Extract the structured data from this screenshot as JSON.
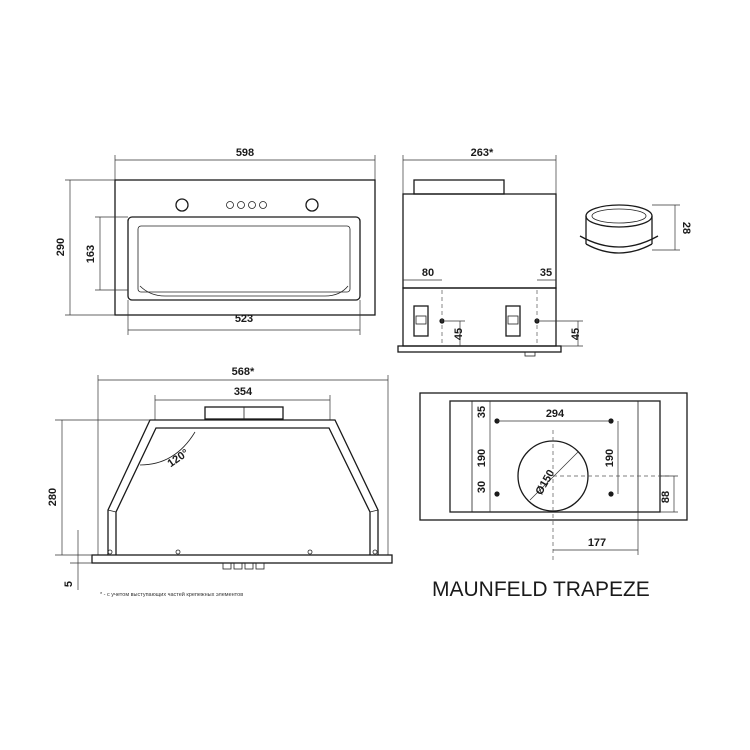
{
  "model_title": "MAUNFELD TRAPEZE",
  "footnote": "* - с учетом выступающих частей крепежных элементов",
  "front_view": {
    "width_total": "598",
    "height_total": "290",
    "inner_height": "163",
    "inner_width": "523"
  },
  "side_view": {
    "depth": "263*",
    "offset_left": "80",
    "offset_right": "35",
    "hole_height_left": "45",
    "hole_height_right": "45"
  },
  "duct_ring": {
    "height": "28"
  },
  "section_view": {
    "width_total": "568*",
    "top_width": "354",
    "angle": "120°",
    "height": "280",
    "bottom_offset": "5"
  },
  "top_view": {
    "hole_spacing": "294",
    "dim_35": "35",
    "dim_190_left": "190",
    "dim_190_right": "190",
    "dim_30": "30",
    "duct_diameter": "Ø150",
    "dim_88": "88",
    "dim_177": "177"
  }
}
